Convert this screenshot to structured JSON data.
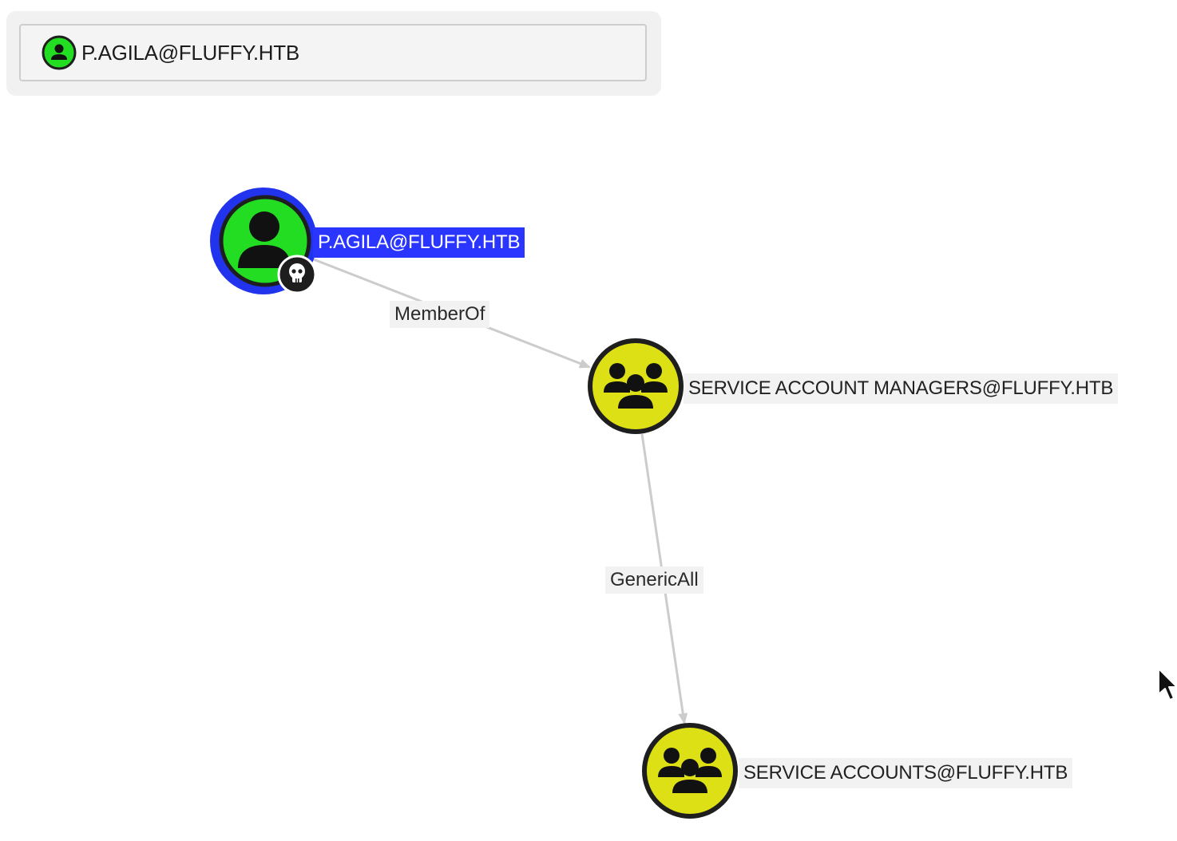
{
  "search": {
    "value": "P.AGILA@FLUFFY.HTB",
    "icon": "user-icon",
    "icon_color": "#22dd22"
  },
  "graph": {
    "nodes": [
      {
        "id": "user",
        "label": "P.AGILA@FLUFFY.HTB",
        "type": "user",
        "fill": "#22dd22",
        "selected": true,
        "badge": "skull-icon"
      },
      {
        "id": "sam",
        "label": "SERVICE ACCOUNT MANAGERS@FLUFFY.HTB",
        "type": "group",
        "fill": "#dde014"
      },
      {
        "id": "sa",
        "label": "SERVICE ACCOUNTS@FLUFFY.HTB",
        "type": "group",
        "fill": "#dde014"
      }
    ],
    "edges": [
      {
        "from": "user",
        "to": "sam",
        "label": "MemberOf"
      },
      {
        "from": "sam",
        "to": "sa",
        "label": "GenericAll"
      }
    ]
  },
  "colors": {
    "selection_ring": "#2233ee",
    "node_border": "#1e1e1e",
    "edge": "#cccccc"
  }
}
